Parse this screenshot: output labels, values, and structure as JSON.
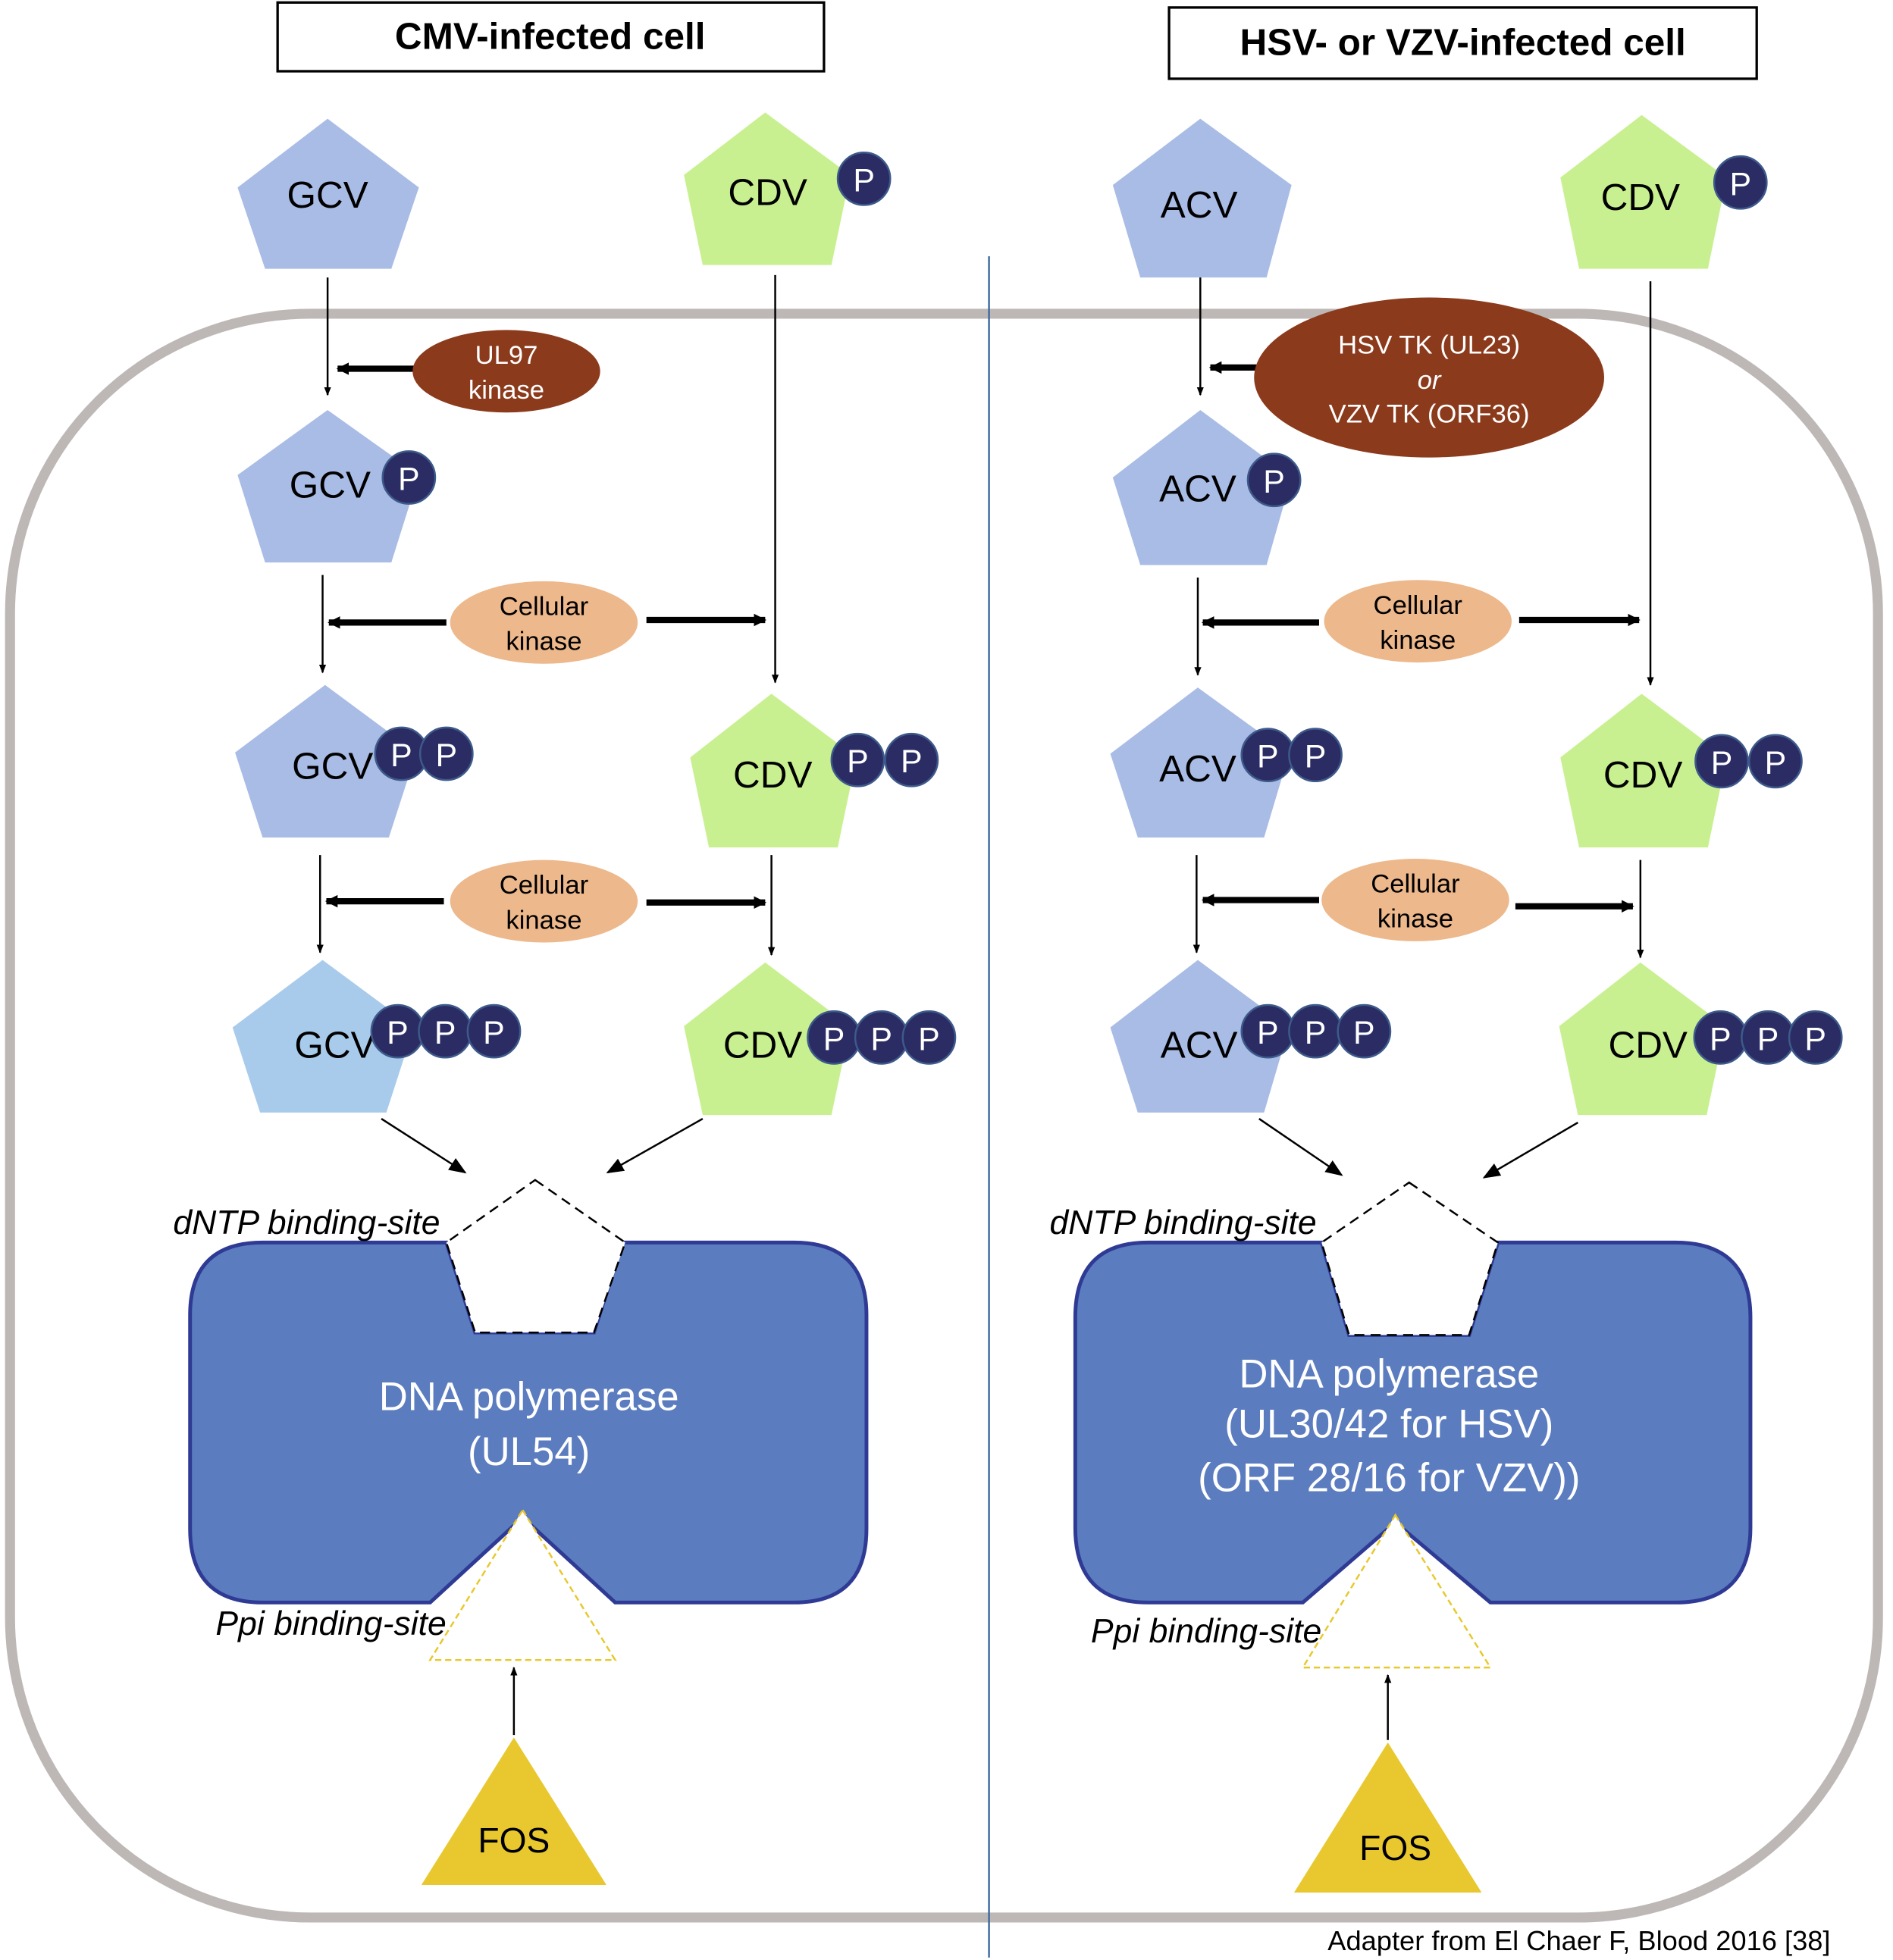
{
  "panels": {
    "left": {
      "title": "CMV-infected cell",
      "drug": "GCV",
      "other_drug": "CDV",
      "viral_kinase": {
        "lines": [
          "UL97",
          "kinase"
        ]
      },
      "cellular_kinase_1": {
        "lines": [
          "Cellular",
          "kinase"
        ]
      },
      "cellular_kinase_2": {
        "lines": [
          "Cellular",
          "kinase"
        ]
      },
      "dntp_site_label": "dNTP binding-site",
      "ppi_site_label": "Ppi binding-site",
      "polymerase": {
        "lines": [
          "DNA polymerase",
          "(UL54)"
        ]
      },
      "fos_label": "FOS"
    },
    "right": {
      "title": "HSV- or VZV-infected cell",
      "drug": "ACV",
      "other_drug": "CDV",
      "viral_kinase": {
        "lines": [
          "HSV TK (UL23)",
          "or",
          "VZV TK (ORF36)"
        ]
      },
      "cellular_kinase_1": {
        "lines": [
          "Cellular",
          "kinase"
        ]
      },
      "cellular_kinase_2": {
        "lines": [
          "Cellular",
          "kinase"
        ]
      },
      "dntp_site_label": "dNTP binding-site",
      "ppi_site_label": "Ppi binding-site",
      "polymerase": {
        "lines": [
          "DNA polymerase",
          "(UL30/42 for HSV)",
          "(ORF 28/16 for VZV))"
        ]
      },
      "fos_label": "FOS"
    }
  },
  "phosphate_label": "P",
  "credit": "Adapter from El Chaer F, Blood 2016 [38]",
  "colors": {
    "nucleoside_blue": "#a9bce5",
    "nucleoside_light_blue": "#a9cbeb",
    "cdv_green": "#c9f090",
    "phosphate": "#2a2c63",
    "viral_kinase": "#8b3a1c",
    "cellular_kinase": "#edb88b",
    "polymerase": "#5b7cbf",
    "polymerase_border": "#2e3a94",
    "fos": "#e8c82e",
    "membrane": "#bdb8b6",
    "divider": "#3f6aa0"
  }
}
